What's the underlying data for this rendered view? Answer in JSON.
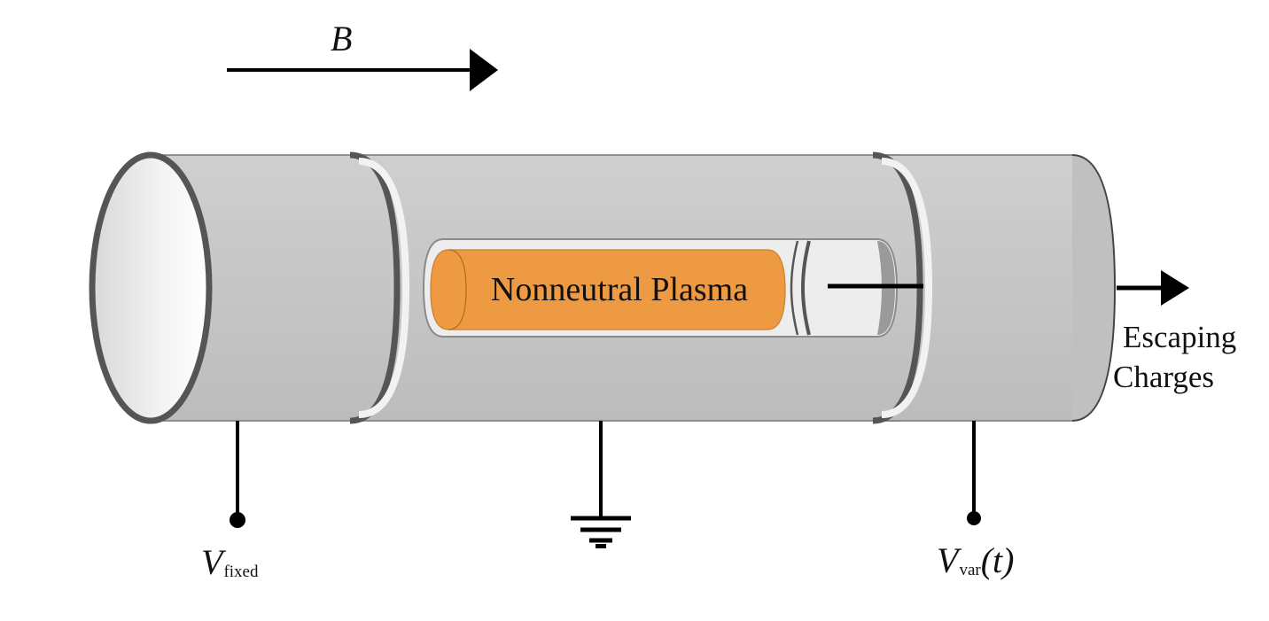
{
  "field": {
    "symbol": "B"
  },
  "plasma": {
    "label": "Nonneutral Plasma"
  },
  "escaping": {
    "line1": "Escaping",
    "line2": "Charges"
  },
  "electrodes": {
    "left": {
      "symbol": "V",
      "subscript": "fixed"
    },
    "right": {
      "symbol": "V",
      "subscript": "var",
      "suffix": "(t)"
    }
  },
  "colors": {
    "cylinder": "#c8c8c8",
    "cylinder_edge": "#555555",
    "plasma": "#ee9a43",
    "bore": "#eeeeee",
    "line": "#000000"
  }
}
